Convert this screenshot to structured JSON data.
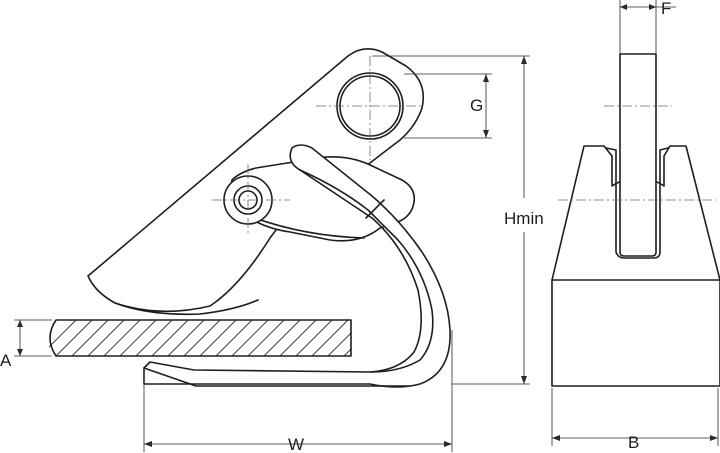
{
  "labels": {
    "a": "A",
    "b": "B",
    "f": "F",
    "g": "G",
    "hmin": "Hmin",
    "w": "W"
  }
}
